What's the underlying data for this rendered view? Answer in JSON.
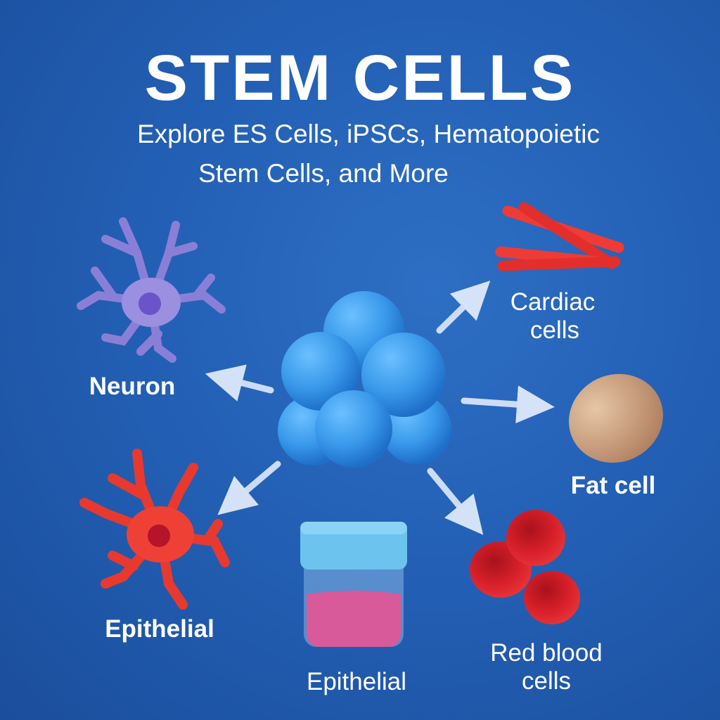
{
  "title": "STEM CELLS",
  "subtitle_line1": "Explore ES Cells, iPSCs, Hematopoietic",
  "subtitle_line2": "Stem Cells, and More",
  "labels": {
    "neuron": "Neuron",
    "cardiac_1": "Cardiac",
    "cardiac_2": "cells",
    "fat": "Fat cell",
    "epithelial_left": "Epithelial",
    "epithelial_jar": "Epithelial",
    "rbc_1": "Red blood",
    "rbc_2": "cells"
  },
  "colors": {
    "background": "#2360b5",
    "stem": "#3a9ae8",
    "neuron": "#8a7fd6",
    "cardiac": "#ef3b35",
    "fat": "#c9a17f",
    "rbc": "#d8202a",
    "epithelial": "#e8392f",
    "jar_lid": "#6cc3ee",
    "jar_liquid": "#d85a9a"
  }
}
